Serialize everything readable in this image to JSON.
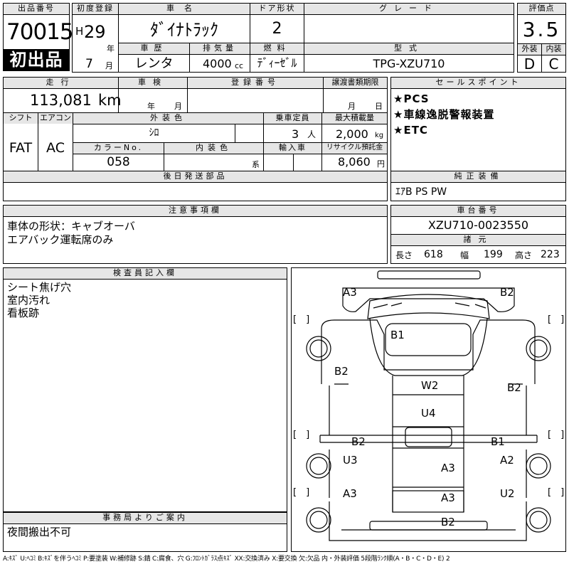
{
  "header": {
    "lot_label": "出品番号",
    "lot_number": "70015",
    "first_listing": "初出品",
    "first_reg_label": "初度登録",
    "era": "H",
    "year": "29",
    "year_unit": "年",
    "month": "7",
    "month_unit": "月",
    "name_label": "車名",
    "car_name": "ﾀﾞｲﾅﾄﾗｯｸ",
    "history_label": "車歴",
    "history": "レンタ",
    "displacement_label": "排気量",
    "displacement": "4000",
    "cc_unit": "cc",
    "door_label": "ドア形状",
    "doors": "2",
    "fuel_label": "燃料",
    "fuel": "ﾃﾞｨｰｾﾞﾙ",
    "grade_label": "グレード",
    "grade": "",
    "model_label": "型式",
    "model": "TPG-XZU710",
    "score_label": "評価点",
    "score": "3.5",
    "exterior_label": "外装",
    "exterior_grade": "D",
    "interior_label": "内装",
    "interior_grade": "C"
  },
  "details": {
    "mileage_label": "走行",
    "mileage": "113,081",
    "km_unit": "km",
    "inspection_label": "車検",
    "inspection_year_unit": "年",
    "inspection_month_unit": "月",
    "registration_label": "登録番号",
    "transfer_deadline_label": "譲渡書類期限",
    "transfer_month_unit": "月",
    "transfer_day_unit": "日",
    "shift_label": "シフト",
    "shift": "FAT",
    "aircon_label": "エアコン",
    "aircon": "AC",
    "ext_color_label": "外装色",
    "ext_color": "ｼﾛ",
    "capacity_label": "乗車定員",
    "capacity": "3",
    "capacity_unit": "人",
    "max_load_label": "最大積載量",
    "max_load": "2,000",
    "kg_unit": "kg",
    "color_no_label": "カラーNo.",
    "color_no": "058",
    "int_color_label": "内装色",
    "int_color_unit": "系",
    "import_label": "輸入車",
    "recycle_label": "リサイクル預託金",
    "recycle": "8,060",
    "yen_unit": "円",
    "later_parts_label": "後日発送部品"
  },
  "selling_points": {
    "label": "セールスポイント",
    "items": [
      "★PCS",
      "★車線逸脱警報装置",
      "★ETC"
    ]
  },
  "equipment": {
    "label": "純正装備",
    "value": "ｴｱB PS PW"
  },
  "notes": {
    "label": "注意事項欄",
    "lines": [
      "車体の形状：キャブオーバ",
      "エアバック運転席のみ"
    ]
  },
  "chassis": {
    "label": "車台番号",
    "number": "XZU710-0023550",
    "specs_label": "諸元",
    "length_label": "長さ",
    "length": "618",
    "width_label": "幅",
    "width": "199",
    "height_label": "高さ",
    "height": "223"
  },
  "inspector": {
    "label": "検査員記入欄",
    "lines": [
      "シート焦げ穴",
      "室内汚れ",
      "看板跡"
    ]
  },
  "office": {
    "label": "事務局よりご案内",
    "text": "夜間搬出不可"
  },
  "diagram": {
    "bracket": "[　]",
    "marks": [
      {
        "code": "A3"
      },
      {
        "code": "B2"
      },
      {
        "code": "B1"
      },
      {
        "code": "B2"
      },
      {
        "code": "W2"
      },
      {
        "code": "B2"
      },
      {
        "code": "U4"
      },
      {
        "code": "B2"
      },
      {
        "code": "B1"
      },
      {
        "code": "U3"
      },
      {
        "code": "A2"
      },
      {
        "code": "A3"
      },
      {
        "code": "A3"
      },
      {
        "code": "U2"
      },
      {
        "code": "A3"
      },
      {
        "code": "B2"
      }
    ]
  },
  "legend": "A:ｷｽﾞ U:ﾍｺﾐ B:ｷｽﾞを伴うﾍｺﾐ P:要塗装 W:補修跡 S:錆 C:腐食、穴 G:ﾌﾛﾝﾄｶﾞﾗｽ点ｷｽﾞ XX:交換済み X:要交換 欠:欠品 内・外装評価 5段階ﾗﾝｸ順(A・B・C・D・E) 2"
}
